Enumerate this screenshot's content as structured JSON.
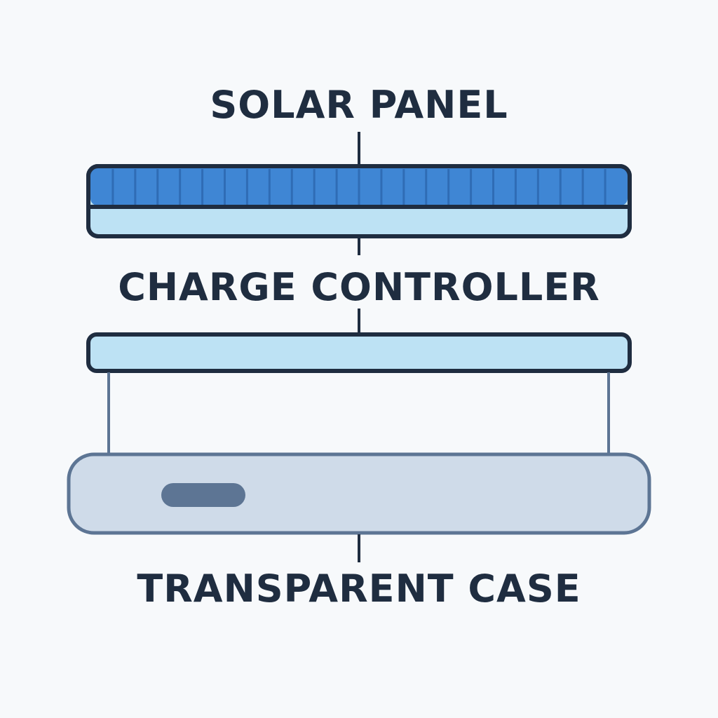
{
  "labels": {
    "solar_panel": "SOLAR PANEL",
    "charge_controller": "CHARGE CONTROLLER",
    "transparent_case": "TRANSPARENT CASE"
  },
  "colors": {
    "background": "#f7f9fb",
    "outline": "#1f2d40",
    "cell_blue": "#3f86d4",
    "cell_blue_dark": "#2f6cb5",
    "panel_light": "#bde2f4",
    "case_fill": "#cfdbe9",
    "case_outline": "#5d7594",
    "port": "#5d7594"
  }
}
